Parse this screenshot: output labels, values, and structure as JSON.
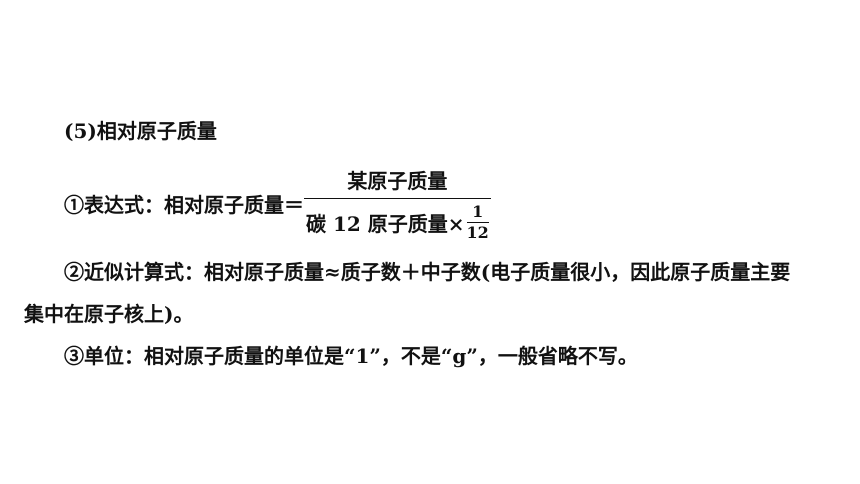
{
  "section": {
    "title": "(5)相对原子质量"
  },
  "expression": {
    "prefix": "①表达式：相对原子质量＝",
    "numerator": "某原子质量",
    "denominator_text": "碳 12 原子质量×",
    "small_fraction_numerator": "1",
    "small_fraction_denominator": "12"
  },
  "approximation": {
    "line1": "②近似计算式：相对原子质量≈质子数＋中子数(电子质量很小，因此原子质量主要",
    "line2": "集中在原子核上)。"
  },
  "unit": {
    "text": "③单位：相对原子质量的单位是“1”，不是“g”，一般省略不写。"
  }
}
